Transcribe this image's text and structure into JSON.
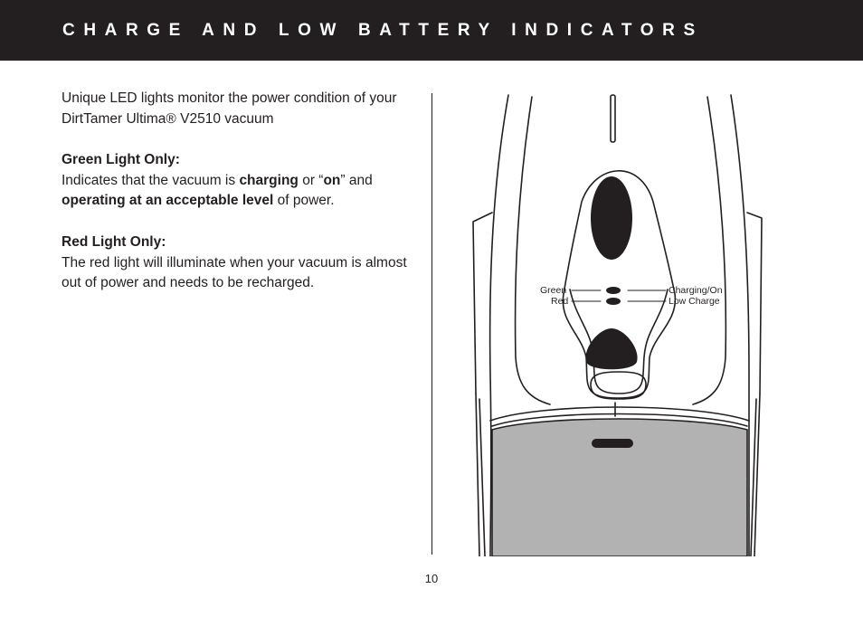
{
  "header": {
    "title": "CHARGE AND LOW BATTERY INDICATORS",
    "background": "#231f20"
  },
  "intro": {
    "text": "Unique LED lights monitor the power condition of your DirtTamer Ultima® V2510 vacuum"
  },
  "green_section": {
    "heading": "Green Light Only:",
    "text_1": "Indicates that the vacuum is ",
    "bold_1": "charging",
    "text_2": " or “",
    "bold_2": "on",
    "text_3": "” and ",
    "bold_3": "operating at an acceptable level",
    "text_4": " of power."
  },
  "red_section": {
    "heading": "Red Light Only:",
    "text": "The red light will illuminate when your vacuum is almost out of power and needs to be recharged."
  },
  "illustration": {
    "label_green": "Green",
    "label_red": "Red",
    "label_charging": "Charging/On",
    "label_low": "Low Charge"
  },
  "page_number": "10"
}
